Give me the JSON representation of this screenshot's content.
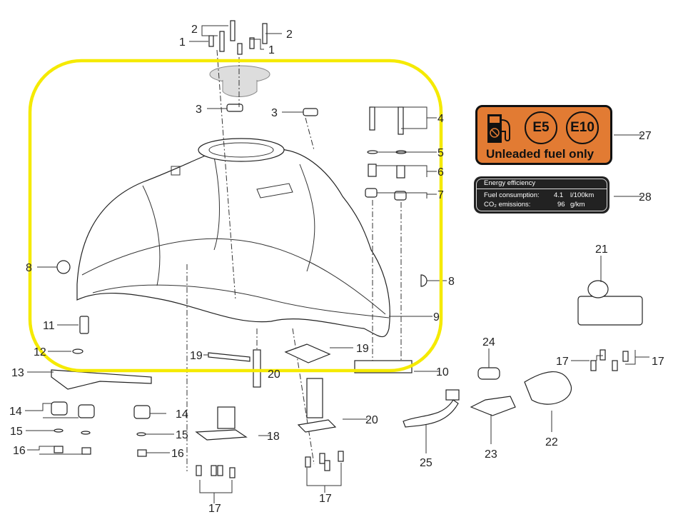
{
  "diagram": {
    "callouts": [
      "2",
      "2",
      "1",
      "1",
      "3",
      "3",
      "4",
      "5",
      "6",
      "7",
      "8",
      "8",
      "9",
      "10",
      "11",
      "12",
      "13",
      "14",
      "14",
      "15",
      "15",
      "16",
      "16",
      "17",
      "17",
      "17",
      "17",
      "18",
      "19",
      "19",
      "20",
      "20",
      "21",
      "22",
      "23",
      "24",
      "25",
      "27",
      "28"
    ]
  },
  "labels": {
    "fuel_label": {
      "icon": "no-leaded-fuel-pump-icon",
      "e5": "E5",
      "e10": "E10",
      "caption": "Unleaded fuel only",
      "color": "#e27b33"
    },
    "energy_label": {
      "title": "Energy efficiency",
      "fuel_consumption_label": "Fuel consumption:",
      "fuel_consumption_value": "4.1",
      "fuel_consumption_unit": "l/100km",
      "co2_label": "CO₂ emissions:",
      "co2_value": "96",
      "co2_unit": "g/km"
    }
  },
  "highlight_color": "#f5ea00"
}
